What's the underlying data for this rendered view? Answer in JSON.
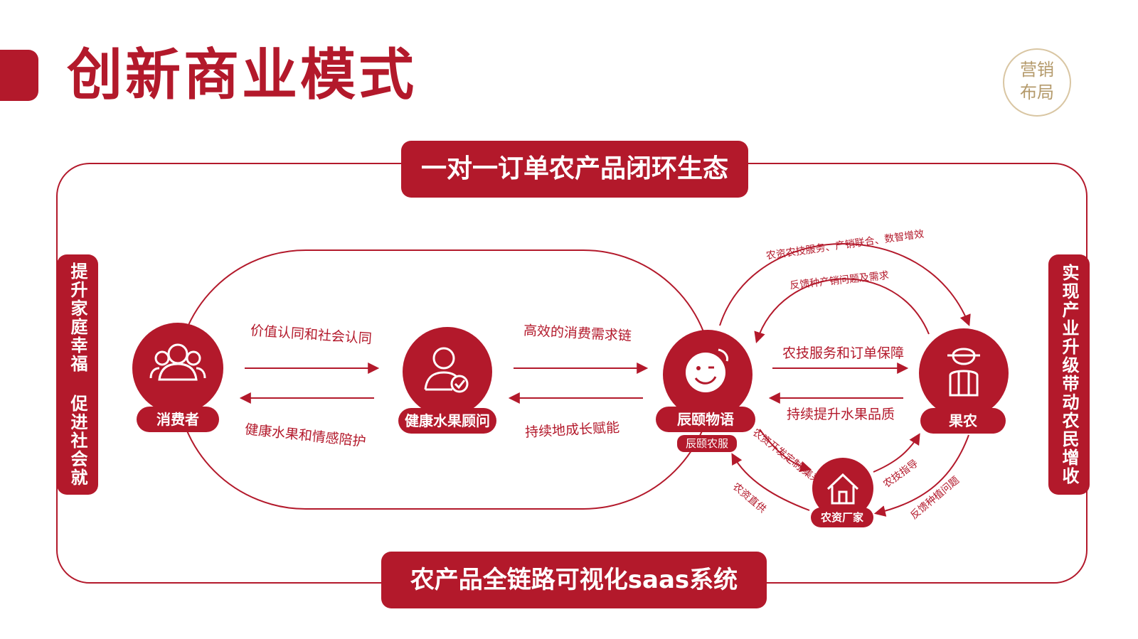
{
  "title": "创新商业模式",
  "seal": {
    "line1": "营销",
    "line2": "布局"
  },
  "banner_top": "一对一订单农产品闭环生态",
  "banner_bottom": "农产品全链路可视化saas系统",
  "side_left": "提升家庭幸福 促进社会就业",
  "side_right": "实现产业升级带动农民增收",
  "nodes": {
    "consumer": "消费者",
    "advisor": "健康水果顾问",
    "brand": "辰颐物语",
    "brand_sub": "辰颐农服",
    "farmer": "果农",
    "supplier": "农资厂家"
  },
  "flows": {
    "c_to_a_top": "价值认同和社会认同",
    "a_to_c_bottom": "健康水果和情感陪护",
    "a_to_b_top": "高效的消费需求链",
    "b_to_a_bottom": "持续地成长赋能",
    "b_to_f_top": "农技服务和订单保障",
    "f_to_b_bottom": "持续提升水果品质",
    "arc_outer": "农资农技服务、产销联合、数智增效",
    "arc_inner": "反馈种产销问题及需求",
    "b_to_s": "农资开发定制/集采",
    "s_to_b": "农资直供",
    "s_to_f": "农技指导",
    "f_to_s": "反馈种植问题"
  },
  "colors": {
    "brand_red": "#b3192b",
    "seal_gold": "#b49a6b"
  },
  "icons": [
    "users-icon",
    "advisor-icon",
    "smiley-icon",
    "farmer-icon",
    "house-icon"
  ]
}
